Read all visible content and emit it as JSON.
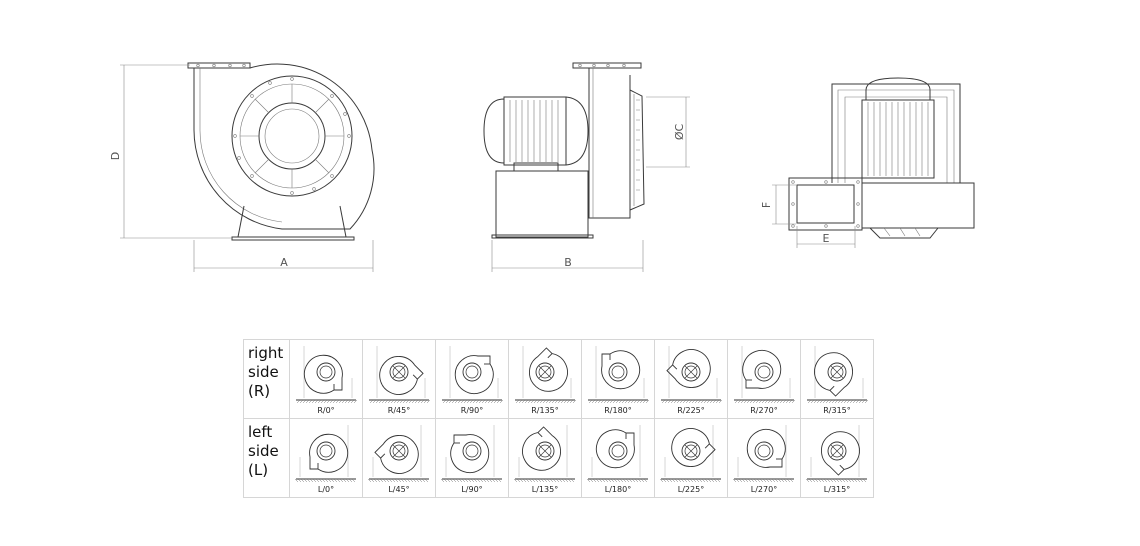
{
  "dimensions": {
    "A": "A",
    "B": "B",
    "C": "ØC",
    "D": "D",
    "E": "E",
    "F": "F"
  },
  "table": {
    "rows": [
      {
        "label_lines": [
          "right",
          "side",
          "(R)"
        ],
        "hand": "R",
        "cells": [
          {
            "caption": "R/0°",
            "angle": 0
          },
          {
            "caption": "R/45°",
            "angle": 45
          },
          {
            "caption": "R/90°",
            "angle": 90
          },
          {
            "caption": "R/135°",
            "angle": 135
          },
          {
            "caption": "R/180°",
            "angle": 180
          },
          {
            "caption": "R/225°",
            "angle": 225
          },
          {
            "caption": "R/270°",
            "angle": 270
          },
          {
            "caption": "R/315°",
            "angle": 315
          }
        ]
      },
      {
        "label_lines": [
          "left",
          "side",
          "(L)"
        ],
        "hand": "L",
        "cells": [
          {
            "caption": "L/0°",
            "angle": 0
          },
          {
            "caption": "L/45°",
            "angle": 45
          },
          {
            "caption": "L/90°",
            "angle": 90
          },
          {
            "caption": "L/135°",
            "angle": 135
          },
          {
            "caption": "L/180°",
            "angle": 180
          },
          {
            "caption": "L/225°",
            "angle": 225
          },
          {
            "caption": "L/270°",
            "angle": 270
          },
          {
            "caption": "L/315°",
            "angle": 315
          }
        ]
      }
    ]
  }
}
